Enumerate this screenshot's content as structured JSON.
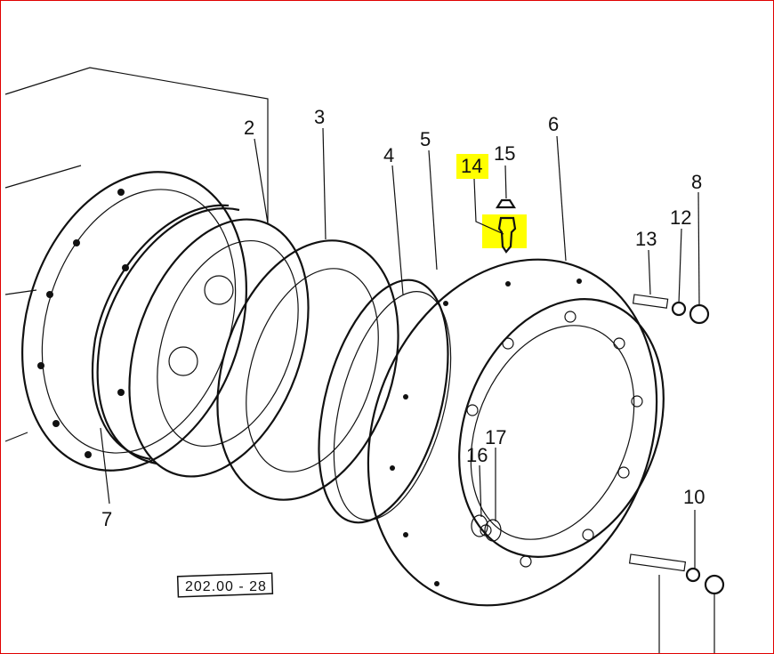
{
  "diagram": {
    "reference_code": "202.00 - 28",
    "highlight_color": "#ffff00",
    "part_labels": {
      "p2": "2",
      "p3": "3",
      "p4": "4",
      "p5": "5",
      "p6": "6",
      "p7": "7",
      "p8": "8",
      "p10": "10",
      "p12": "12",
      "p13": "13",
      "p14": "14",
      "p15": "15",
      "p16": "16",
      "p17": "17"
    }
  }
}
